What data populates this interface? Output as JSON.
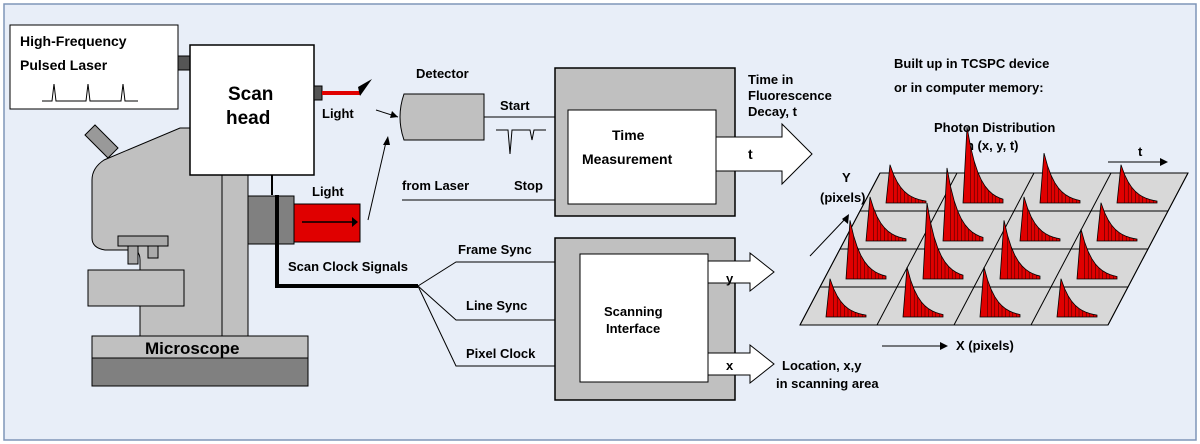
{
  "colors": {
    "background": "#e8eef8",
    "border": "#7f95b8",
    "gray_box": "#c0c0c0",
    "light_gray": "#d8d8d8",
    "red": "#e00000",
    "white": "#ffffff"
  },
  "laser": {
    "line1": "High-Frequency",
    "line2": "Pulsed Laser"
  },
  "scanhead": {
    "line1": "Scan",
    "line2": "head"
  },
  "microscope_label": "Microscope",
  "light_top": "Light",
  "light_bottom": "Light",
  "detector_label": "Detector",
  "start_label": "Start",
  "stop_label": "Stop",
  "from_laser_label": "from Laser",
  "time_measurement": {
    "line1": "Time",
    "line2": "Measurement"
  },
  "t_arrow_label": "t",
  "time_in": {
    "line1": "Time in",
    "line2": "Fluorescence",
    "line3": "Decay, t"
  },
  "scan_clock_label": "Scan Clock Signals",
  "frame_sync": "Frame Sync",
  "line_sync": "Line Sync",
  "pixel_clock": "Pixel Clock",
  "scanning_interface": {
    "line1": "Scanning",
    "line2": "Interface"
  },
  "y_arrow_label": "y",
  "x_arrow_label": "x",
  "location": {
    "line1": "Location, x,y",
    "line2": "in scanning area"
  },
  "built_up": {
    "line1": "Built up in TCSPC device",
    "line2": "or in computer memory:"
  },
  "photon_distribution": {
    "line1": "Photon Distribution",
    "line2": "n (x, y, t)"
  },
  "t_axis": "t",
  "y_axis": {
    "line1": "Y",
    "line2": "(pixels)"
  },
  "x_axis": "X (pixels)",
  "grid_peaks": [
    [
      0.35,
      0.55,
      0.55,
      0.35
    ],
    [
      0.7,
      1.0,
      0.7,
      0.55
    ],
    [
      0.45,
      0.95,
      0.45,
      0.35
    ],
    [
      0.35,
      1.0,
      0.55,
      0.35
    ]
  ]
}
